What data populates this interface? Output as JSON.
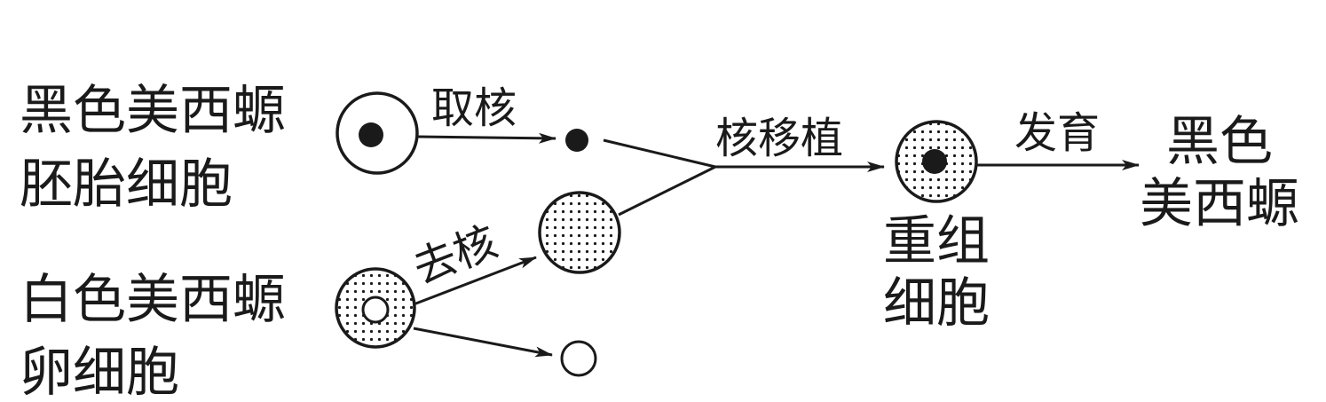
{
  "labels": {
    "black_embryo_line1": "黑色美西螈",
    "black_embryo_line2": "胚胎细胞",
    "white_egg_line1": "白色美西螈",
    "white_egg_line2": "卵细胞",
    "take_nucleus": "取核",
    "remove_nucleus": "去核",
    "nuclear_transfer": "核移植",
    "recombinant_line1": "重组",
    "recombinant_line2": "细胞",
    "develop": "发育",
    "result_line1": "黑色",
    "result_line2": "美西螈"
  },
  "colors": {
    "ink": "#1a1a1a",
    "background": "#ffffff"
  }
}
